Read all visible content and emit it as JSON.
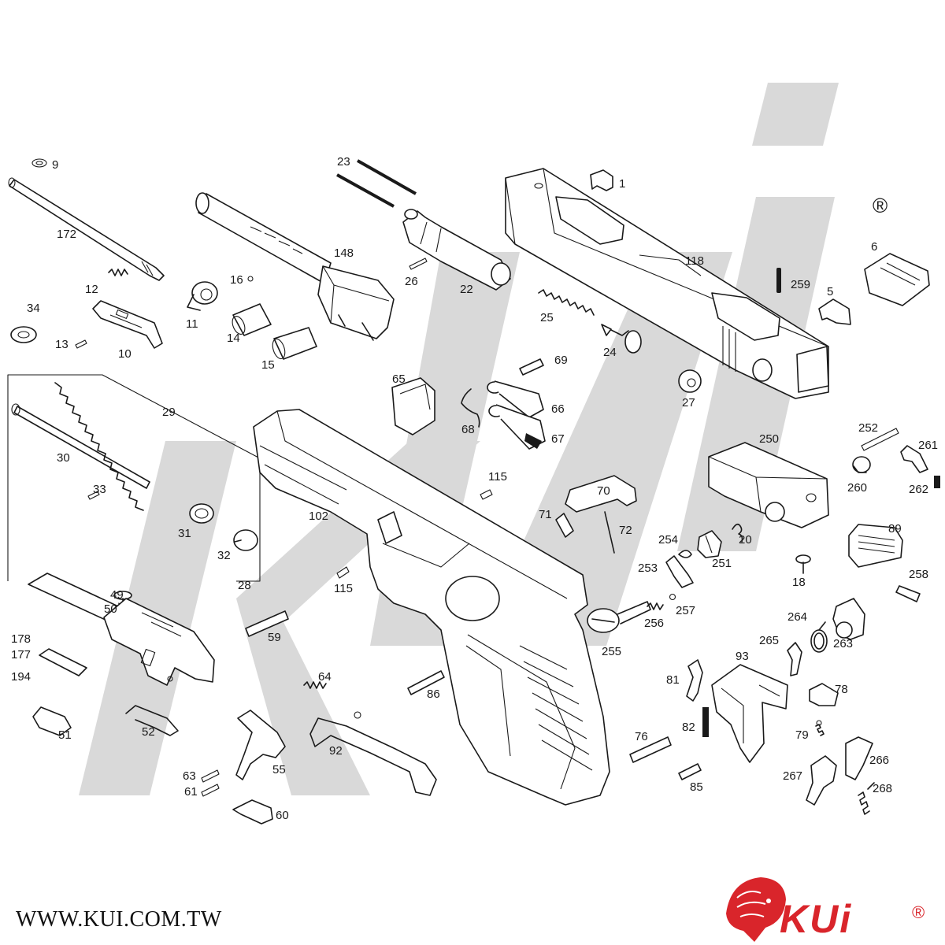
{
  "watermark": {
    "color": "#d9d9d9"
  },
  "brand": {
    "url": "WWW.KUI.COM.TW",
    "logo_word": "KUi",
    "registered_mark": "®",
    "accent_color": "#d9252b",
    "logo_icon": "lion-head-icon"
  },
  "diagram": {
    "part_labels": [
      "1",
      "5",
      "6",
      "9",
      "10",
      "11",
      "12",
      "13",
      "14",
      "15",
      "16",
      "18",
      "20",
      "22",
      "23",
      "24",
      "25",
      "26",
      "27",
      "28",
      "29",
      "30",
      "31",
      "32",
      "33",
      "34",
      "49",
      "50",
      "51",
      "52",
      "55",
      "59",
      "60",
      "61",
      "63",
      "64",
      "65",
      "66",
      "67",
      "68",
      "69",
      "70",
      "71",
      "72",
      "76",
      "78",
      "79",
      "81",
      "82",
      "85",
      "86",
      "89",
      "92",
      "93",
      "102",
      "115",
      "115",
      "118",
      "148",
      "172",
      "177",
      "178",
      "194",
      "250",
      "251",
      "252",
      "253",
      "254",
      "255",
      "256",
      "257",
      "258",
      "259",
      "260",
      "261",
      "262",
      "263",
      "264",
      "265",
      "266",
      "267",
      "268"
    ]
  }
}
